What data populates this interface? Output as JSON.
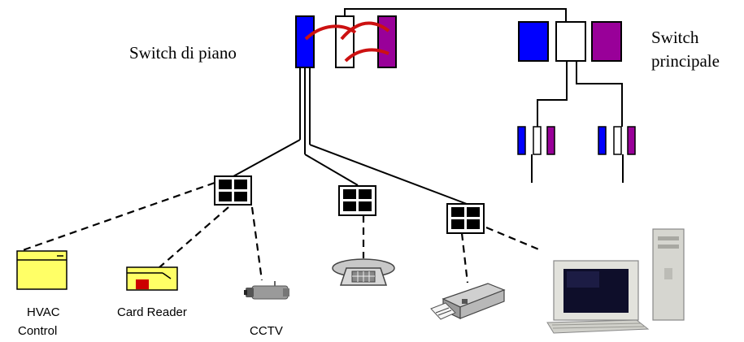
{
  "labels": {
    "floor_switch": "Switch di piano",
    "main_switch_line1": "Switch",
    "main_switch_line2": "principale",
    "hvac_line1": "HVAC",
    "hvac_line2": "Control",
    "card_reader": "Card Reader",
    "cctv": "CCTV"
  },
  "colors": {
    "blue": "#0000ff",
    "purple": "#990099",
    "patch_cable": "#cc1111",
    "hvac_fill": "#ffff66",
    "reader_fill": "#ffff66",
    "reader_slot": "#cc0000"
  },
  "icons": {
    "hvac": "hvac-control-icon",
    "card_reader": "card-reader-icon",
    "cctv": "cctv-camera-icon",
    "telephone": "telephone-icon",
    "printer": "printer-icon",
    "computer": "desktop-computer-icon",
    "outlet": "network-outlet-icon"
  }
}
